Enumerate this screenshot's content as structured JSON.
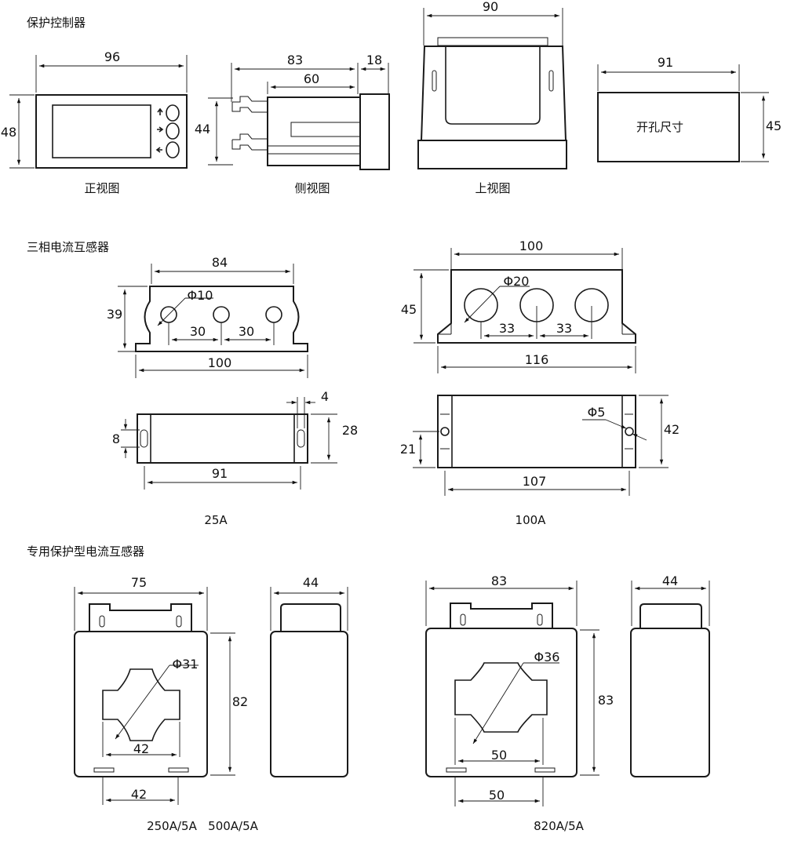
{
  "sections": {
    "controller_title": "保护控制器",
    "three_phase_title": "三相电流互感器",
    "special_title": "专用保护型电流互感器"
  },
  "controller": {
    "front_view_label": "正视图",
    "side_view_label": "侧视图",
    "top_view_label": "上视图",
    "cutout_label": "开孔尺寸",
    "dims": {
      "front_width": "96",
      "front_height": "48",
      "side_total": "83",
      "side_body": "60",
      "side_front": "18",
      "side_height": "44",
      "top_width": "90",
      "cutout_width": "91",
      "cutout_height": "45"
    }
  },
  "ct_25a": {
    "rating_label": "25A",
    "dims": {
      "top_width": "84",
      "height": "39",
      "hole_dia": "Φ10",
      "pitch1": "30",
      "pitch2": "30",
      "base_width": "100",
      "slot_w": "8",
      "slot_side": "4",
      "side_height": "28",
      "mount_pitch": "91"
    }
  },
  "ct_100a": {
    "rating_label": "100A",
    "dims": {
      "top_width": "100",
      "height": "45",
      "hole_dia": "Φ20",
      "pitch1": "33",
      "pitch2": "33",
      "base_width": "116",
      "mount_hole": "Φ5",
      "side_height": "42",
      "hole_offset": "21",
      "mount_pitch": "107"
    }
  },
  "special_small": {
    "rating_label": "250A/5A   500A/5A",
    "dims": {
      "width": "75",
      "height": "82",
      "hole_dia": "Φ31",
      "window": "42",
      "mount": "42",
      "depth": "44"
    }
  },
  "special_large": {
    "rating_label": "820A/5A",
    "dims": {
      "width": "83",
      "height": "83",
      "hole_dia": "Φ36",
      "window": "50",
      "mount": "50",
      "depth": "44"
    }
  }
}
